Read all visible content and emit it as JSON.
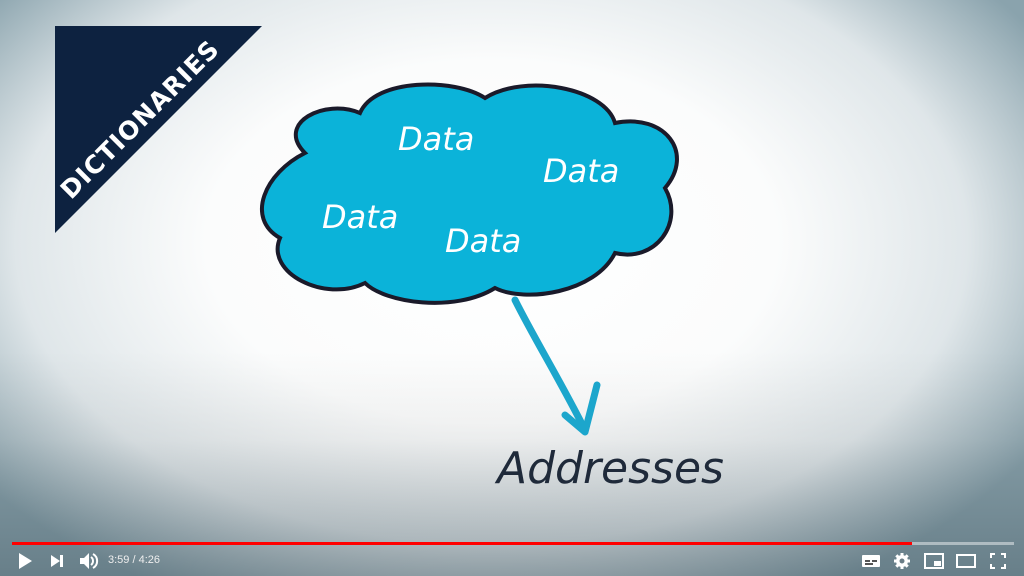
{
  "banner": {
    "text": "DICTIONARIES",
    "color": "#0d2240"
  },
  "cloud": {
    "labels": [
      "Data",
      "Data",
      "Data",
      "Data"
    ],
    "color": "#0bb3d9"
  },
  "target_label": "Addresses",
  "player": {
    "current_time": "3:59",
    "duration": "4:26",
    "time_separator": " / ",
    "progress": 0.898,
    "progress_color": "#ff0000",
    "buttons": [
      "play",
      "next",
      "volume",
      "subtitles",
      "settings",
      "miniplayer",
      "theater",
      "fullscreen"
    ]
  }
}
